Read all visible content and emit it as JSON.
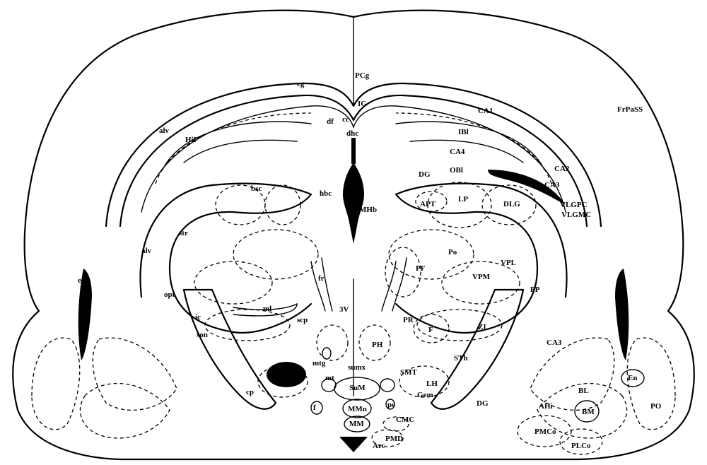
{
  "labels": {
    "PCg": "PCg",
    "cg": "cg",
    "IG": "IG",
    "cc": "cc",
    "df": "df",
    "dhc": "dhc",
    "CA1": "CA1",
    "FrPaSS": "FrPaSS",
    "alv_top": "alv",
    "HiF": "HiF",
    "IBl": "IBl",
    "CA4": "CA4",
    "DG_top": "DG",
    "OBl": "OBl",
    "CA2": "CA2",
    "CA3_top": "CA3",
    "bsc": "bsc",
    "hbc": "hbc",
    "MHb": "MHb",
    "APT": "APT",
    "LP": "LP",
    "DLG": "DLG",
    "VLGPC": "VLGPC",
    "VLGMC": "VLGMC",
    "str": "str",
    "alv_left": "alv",
    "ec": "ec",
    "opt": "opt",
    "fr": "fr",
    "PF": "PF",
    "Po": "Po",
    "VPL": "VPL",
    "VPM": "VPM",
    "PP": "PP",
    "ml": "ml",
    "ic": "ic",
    "son": "son",
    "scp": "scp",
    "3V": "3V",
    "PR": "PR",
    "F": "F",
    "ZI": "ZI",
    "CA3_right": "CA3",
    "PH": "PH",
    "mtg": "mtg",
    "sumx": "sumx",
    "SMT": "SMT",
    "STh": "STh",
    "mt": "mt",
    "SuM": "SuM",
    "LH": "LH",
    "Gem": "Gem",
    "cp": "cp",
    "f": "f",
    "pe": "pe",
    "MMn": "MMn",
    "DG_bottom": "DG",
    "BL": "BL",
    "En": "En",
    "AHi": "AHi",
    "BM": "BM",
    "PO": "PO",
    "MM": "MM",
    "CMC": "CMC",
    "PMCo": "PMCo",
    "PMD": "PMD",
    "Arc": "Arc",
    "PLCo": "PLCo"
  }
}
